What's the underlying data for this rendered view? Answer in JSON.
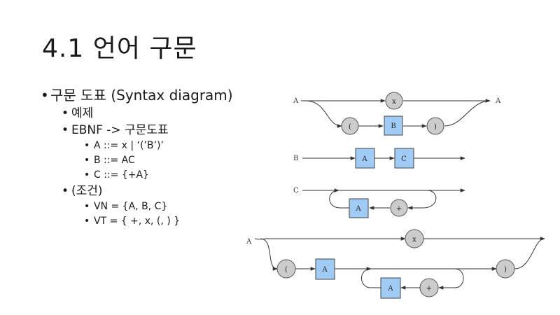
{
  "slide": {
    "title": "4.1 언어 구문",
    "bullets": {
      "l1": "구문 도표 (Syntax diagram)",
      "example": "예제",
      "ebnf": "EBNF -> 구문도표",
      "rules": [
        "A ::= x | ‘(’B’)’",
        "B ::= AC",
        "C ::= {+A}"
      ],
      "cond": "(조건)",
      "sets": [
        "VN = {A, B, C}",
        "VT = { +, x, (, ) }"
      ]
    }
  },
  "diagram": {
    "colors": {
      "terminal": "#cccccc",
      "nonterminal": "#9fcbf5",
      "line": "#333333"
    },
    "d1": {
      "label_in": "A",
      "label_out": "A",
      "x": "x",
      "lparen": "(",
      "B": "B",
      "rparen": ")"
    },
    "d2": {
      "label": "B",
      "A": "A",
      "C": "C"
    },
    "d3": {
      "label": "C",
      "A": "A",
      "plus": "+"
    },
    "d4": {
      "label": "A",
      "x": "x",
      "lparen": "(",
      "A1": "A",
      "A2": "A",
      "plus": "+",
      "rparen": ")"
    }
  }
}
